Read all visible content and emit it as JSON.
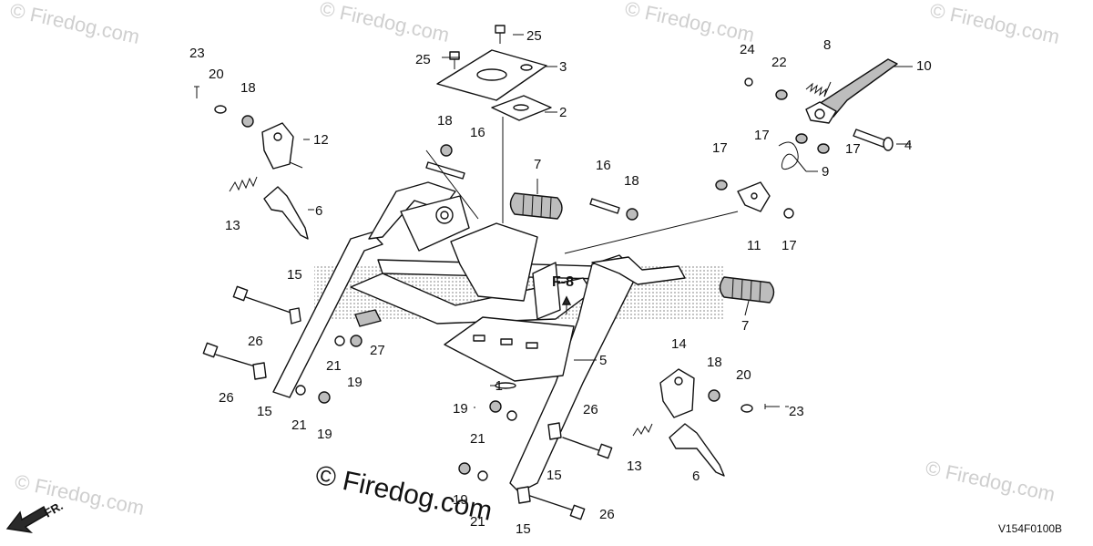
{
  "watermark": "© Firedog.com",
  "center_watermark": "© Firedog.com",
  "figure_code": "V154F0100B",
  "reference": "F-8",
  "direction_label": "FR.",
  "callouts": {
    "c1": "1",
    "c2": "2",
    "c3": "3",
    "c4": "4",
    "c5": "5",
    "c6a": "6",
    "c6b": "6",
    "c7a": "7",
    "c7b": "7",
    "c8": "8",
    "c9": "9",
    "c10": "10",
    "c11": "11",
    "c12": "12",
    "c13a": "13",
    "c13b": "13",
    "c14": "14",
    "c15a": "15",
    "c15b": "15",
    "c15c": "15",
    "c15d": "15",
    "c16a": "16",
    "c16b": "16",
    "c17a": "17",
    "c17b": "17",
    "c17c": "17",
    "c17d": "17",
    "c18a": "18",
    "c18b": "18",
    "c18c": "18",
    "c18d": "18",
    "c19a": "19",
    "c19b": "19",
    "c19c": "19",
    "c19d": "19",
    "c20a": "20",
    "c20b": "20",
    "c21a": "21",
    "c21b": "21",
    "c21c": "21",
    "c21d": "21",
    "c22": "22",
    "c23a": "23",
    "c23b": "23",
    "c24": "24",
    "c25a": "25",
    "c25b": "25",
    "c26a": "26",
    "c26b": "26",
    "c26c": "26",
    "c26d": "26",
    "c27": "27"
  }
}
